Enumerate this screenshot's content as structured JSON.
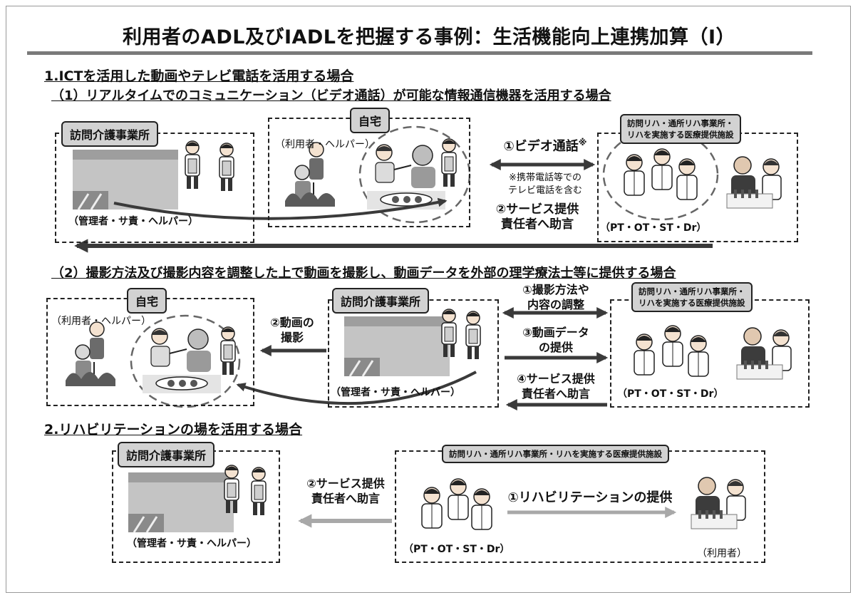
{
  "title": "利用者のADL及びIADLを把握する事例：生活機能向上連携加算（Ⅰ）",
  "section1": {
    "heading": "1.ICTを活用した動画やテレビ電話を活用する場合",
    "sub1": {
      "heading": "（1）リアルタイムでのコミュニケーション（ビデオ通話）が可能な情報通信機器を活用する場合",
      "office_tag": "訪問介護事業所",
      "office_caption": "（管理者・サ責・ヘルパー）",
      "home_tag": "自宅",
      "home_caption": "（利用者・ヘルパー）",
      "rehab_tag_line1": "訪問リハ・通所リハ事業所・",
      "rehab_tag_line2": "リハを実施する医療提供施設",
      "rehab_caption": "（PT・OT・ST・Dr）",
      "arrow1_label": "①ビデオ通話",
      "arrow1_mark": "※",
      "note_line1": "※携帯電話等での",
      "note_line2": "テレビ電話を含む",
      "arrow2_line1": "②サービス提供",
      "arrow2_line2": "責任者へ助言"
    },
    "sub2": {
      "heading": "（2）撮影方法及び撮影内容を調整した上で動画を撮影し、動画データを外部の理学療法士等に提供する場合",
      "home_tag": "自宅",
      "home_caption": "（利用者・ヘルパー）",
      "office_tag": "訪問介護事業所",
      "office_caption": "（管理者・サ責・ヘルパー）",
      "rehab_tag_line1": "訪問リハ・通所リハ事業所・",
      "rehab_tag_line2": "リハを実施する医療提供施設",
      "rehab_caption": "（PT・OT・ST・Dr）",
      "film_line1": "②動画の",
      "film_line2": "撮影",
      "step1_line1": "①撮影方法や",
      "step1_line2": "内容の調整",
      "step3_line1": "③動画データ",
      "step3_line2": "の提供",
      "step4_line1": "④サービス提供",
      "step4_line2": "責任者へ助言"
    }
  },
  "section2": {
    "heading": "2.リハビリテーションの場を活用する場合",
    "office_tag": "訪問介護事業所",
    "office_caption": "（管理者・サ責・ヘルパー）",
    "rehab_tag": "訪問リハ・通所リハ事業所・リハを実施する医療提供施設",
    "rehab_caption": "（PT・OT・ST・Dr）",
    "user_caption": "（利用者）",
    "advice_line1": "②サービス提供",
    "advice_line2": "責任者へ助言",
    "rehab_label": "①リハビリテーションの提供"
  },
  "colors": {
    "arrow_dark": "#3a3a3a",
    "arrow_light": "#a8a8a8",
    "building": "#bdbdbd",
    "tag_fill": "#d2d2d2"
  }
}
